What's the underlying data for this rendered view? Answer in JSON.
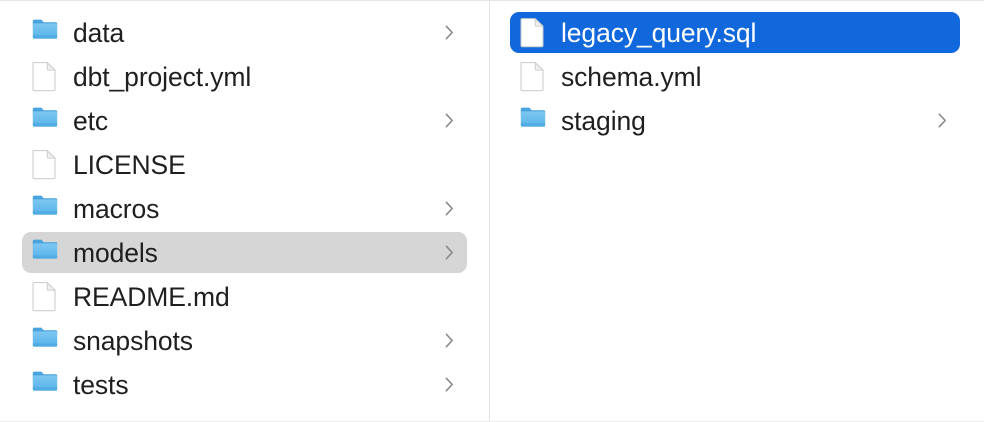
{
  "window": {
    "view_mode": "column",
    "accent_color": "#1168dd",
    "inactive_selection_color": "#d6d6d6",
    "folder_color": "#5ab4ee",
    "text_color": "#1f1f1f"
  },
  "columns": [
    {
      "name": "parent-column",
      "items": [
        {
          "label": "data",
          "kind": "folder",
          "icon": "folder-icon",
          "has_chevron": true,
          "state": "normal"
        },
        {
          "label": "dbt_project.yml",
          "kind": "document",
          "icon": "document-icon",
          "has_chevron": false,
          "state": "normal"
        },
        {
          "label": "etc",
          "kind": "folder",
          "icon": "folder-icon",
          "has_chevron": true,
          "state": "normal"
        },
        {
          "label": "LICENSE",
          "kind": "document",
          "icon": "document-icon",
          "has_chevron": false,
          "state": "normal"
        },
        {
          "label": "macros",
          "kind": "folder",
          "icon": "folder-icon",
          "has_chevron": true,
          "state": "normal"
        },
        {
          "label": "models",
          "kind": "folder",
          "icon": "folder-icon",
          "has_chevron": true,
          "state": "selected-inactive"
        },
        {
          "label": "README.md",
          "kind": "document",
          "icon": "document-icon",
          "has_chevron": false,
          "state": "normal"
        },
        {
          "label": "snapshots",
          "kind": "folder",
          "icon": "folder-icon",
          "has_chevron": true,
          "state": "normal"
        },
        {
          "label": "tests",
          "kind": "folder",
          "icon": "folder-icon",
          "has_chevron": true,
          "state": "normal"
        }
      ]
    },
    {
      "name": "child-column",
      "items": [
        {
          "label": "legacy_query.sql",
          "kind": "document",
          "icon": "document-icon",
          "has_chevron": false,
          "state": "selected-active"
        },
        {
          "label": "schema.yml",
          "kind": "document",
          "icon": "document-icon",
          "has_chevron": false,
          "state": "normal"
        },
        {
          "label": "staging",
          "kind": "folder",
          "icon": "folder-icon",
          "has_chevron": true,
          "state": "normal"
        }
      ]
    }
  ]
}
